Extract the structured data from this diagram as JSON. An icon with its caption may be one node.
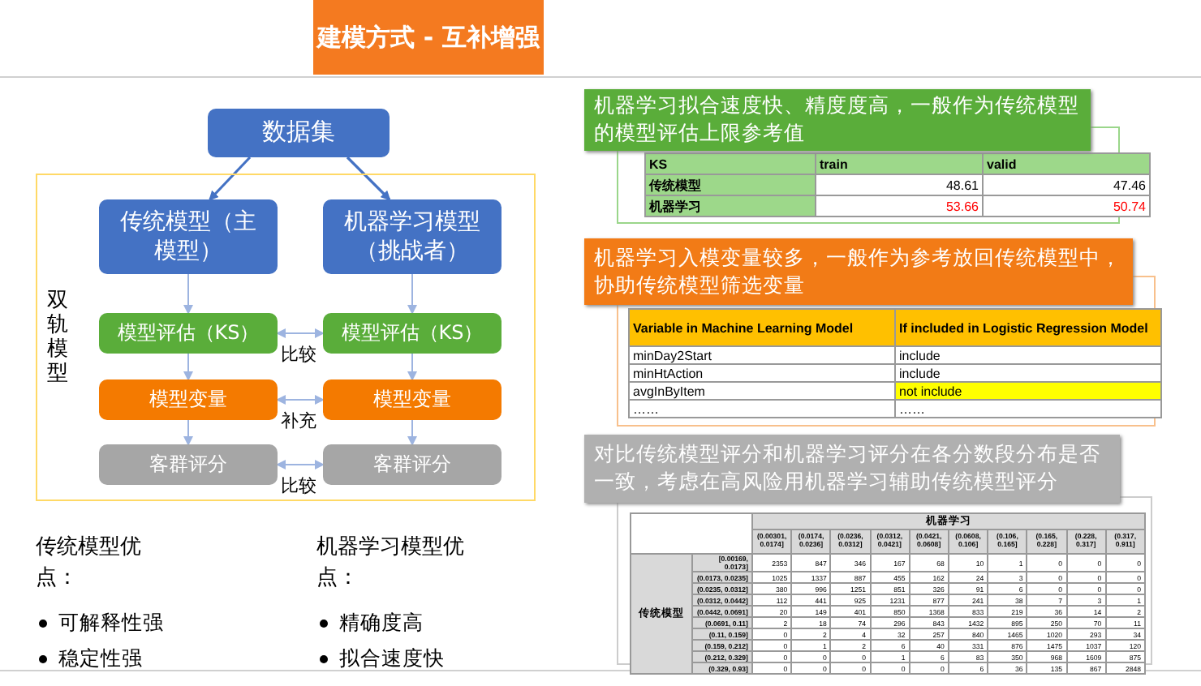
{
  "diagram": {
    "title": "建模方式 - 互补增强",
    "nodes": [
      {
        "text": [
          "数据集"
        ]
      },
      {
        "text": [
          "双轨模型"
        ]
      },
      {
        "text": [
          "传统模型（主模型）"
        ],
        "in": 1
      },
      {
        "text": [
          "机器学习模型（挑战者）"
        ],
        "in": 1
      },
      {
        "text": [
          "模型评估（KS）"
        ],
        "in": 1
      },
      {
        "text": [
          "模型评估（KS）"
        ],
        "in": 1
      },
      {
        "text": [
          "模型变量"
        ],
        "in": 1
      },
      {
        "text": [
          "模型变量"
        ],
        "in": 1
      },
      {
        "text": [
          "客群评分"
        ],
        "in": 1
      },
      {
        "text": [
          "客群评分"
        ],
        "in": 1
      },
      {
        "text": [
          "机器学习拟合速度快、精度度高，一般作为传统模型的模型评估上限参考值"
        ]
      },
      {
        "text": [
          "机器学习入模变量较多，一般作为参考放回传统模型中，协助传统模型筛选变量"
        ]
      },
      {
        "text": [
          "对比传统模型评分和机器学习评分在各分数段分布是否一致，考虑在高风险用机器学习辅助传统模型评分"
        ]
      }
    ],
    "edges": [
      {
        "from": 0,
        "to": 2,
        "arrow": "to",
        "color": "#4472c4"
      },
      {
        "from": 0,
        "to": 3,
        "arrow": "to",
        "color": "#4472c4"
      },
      {
        "from": 2,
        "to": 4,
        "arrow": "to"
      },
      {
        "from": 4,
        "to": 6,
        "arrow": "to"
      },
      {
        "from": 6,
        "to": 8,
        "arrow": "to"
      },
      {
        "from": 3,
        "to": 5,
        "arrow": "to"
      },
      {
        "from": 5,
        "to": 7,
        "arrow": "to"
      },
      {
        "from": 7,
        "to": 9,
        "arrow": "to"
      },
      {
        "from": 4,
        "to": 5,
        "arrow": "both",
        "label": "比较"
      },
      {
        "from": 6,
        "to": 7,
        "arrow": "both",
        "label": "补充"
      },
      {
        "from": 8,
        "to": 9,
        "arrow": "both",
        "label": "比较"
      }
    ],
    "labels": [
      "KS",
      "train",
      "valid",
      "传统模型",
      "48.61",
      "47.46",
      "机器学习",
      "53.66",
      "50.74",
      "Variable in Machine Learning Model",
      "If included in Logistic Regression Model",
      "minDay2Start",
      "include",
      "minHtAction",
      "include",
      "avgInByItem",
      "not include",
      "……",
      "……",
      "机器学习",
      "(0.00301, 0.0174]",
      "(0.0174, 0.0236]",
      "(0.0236, 0.0312]",
      "(0.0312, 0.0421]",
      "(0.0421, 0.0608]",
      "(0.0608, 0.106]",
      "(0.106, 0.165]",
      "(0.165, 0.228]",
      "(0.228, 0.317]",
      "(0.317, 0.911]",
      "传统模型",
      "[0.00169, 0.0173]",
      "2353",
      "847",
      "346",
      "167",
      "68",
      "10",
      "1",
      "0",
      "0",
      "0",
      "(0.0173, 0.0235]",
      "1025",
      "1337",
      "887",
      "455",
      "162",
      "24",
      "3",
      "0",
      "0",
      "0",
      "(0.0235, 0.0312]",
      "380",
      "996",
      "1251",
      "851",
      "326",
      "91",
      "6",
      "0",
      "0",
      "0",
      "(0.0312, 0.0442]",
      "112",
      "441",
      "925",
      "1231",
      "877",
      "241",
      "38",
      "7",
      "3",
      "1",
      "(0.0442, 0.0691]",
      "20",
      "149",
      "401",
      "850",
      "1368",
      "833",
      "219",
      "36",
      "14",
      "2",
      "(0.0691, 0.11]",
      "2",
      "18",
      "74",
      "296",
      "843",
      "1432",
      "895",
      "250",
      "70",
      "11",
      "(0.11, 0.159]",
      "0",
      "2",
      "4",
      "32",
      "257",
      "840",
      "1465",
      "1020",
      "293",
      "34",
      "(0.159, 0.212]",
      "0",
      "1",
      "2",
      "6",
      "40",
      "331",
      "876",
      "1475",
      "1037",
      "120",
      "(0.212, 0.329]",
      "0",
      "0",
      "0",
      "1",
      "6",
      "83",
      "350",
      "968",
      "1609",
      "875",
      "(0.329, 0.93]",
      "0",
      "0",
      "0",
      "0",
      "0",
      "6",
      "36",
      "135",
      "867",
      "2848",
      "传统模型优点：",
      "可解释性强",
      "稳定性强",
      "机器学习模型优点：",
      "精确度高",
      "拟合速度快"
    ]
  }
}
